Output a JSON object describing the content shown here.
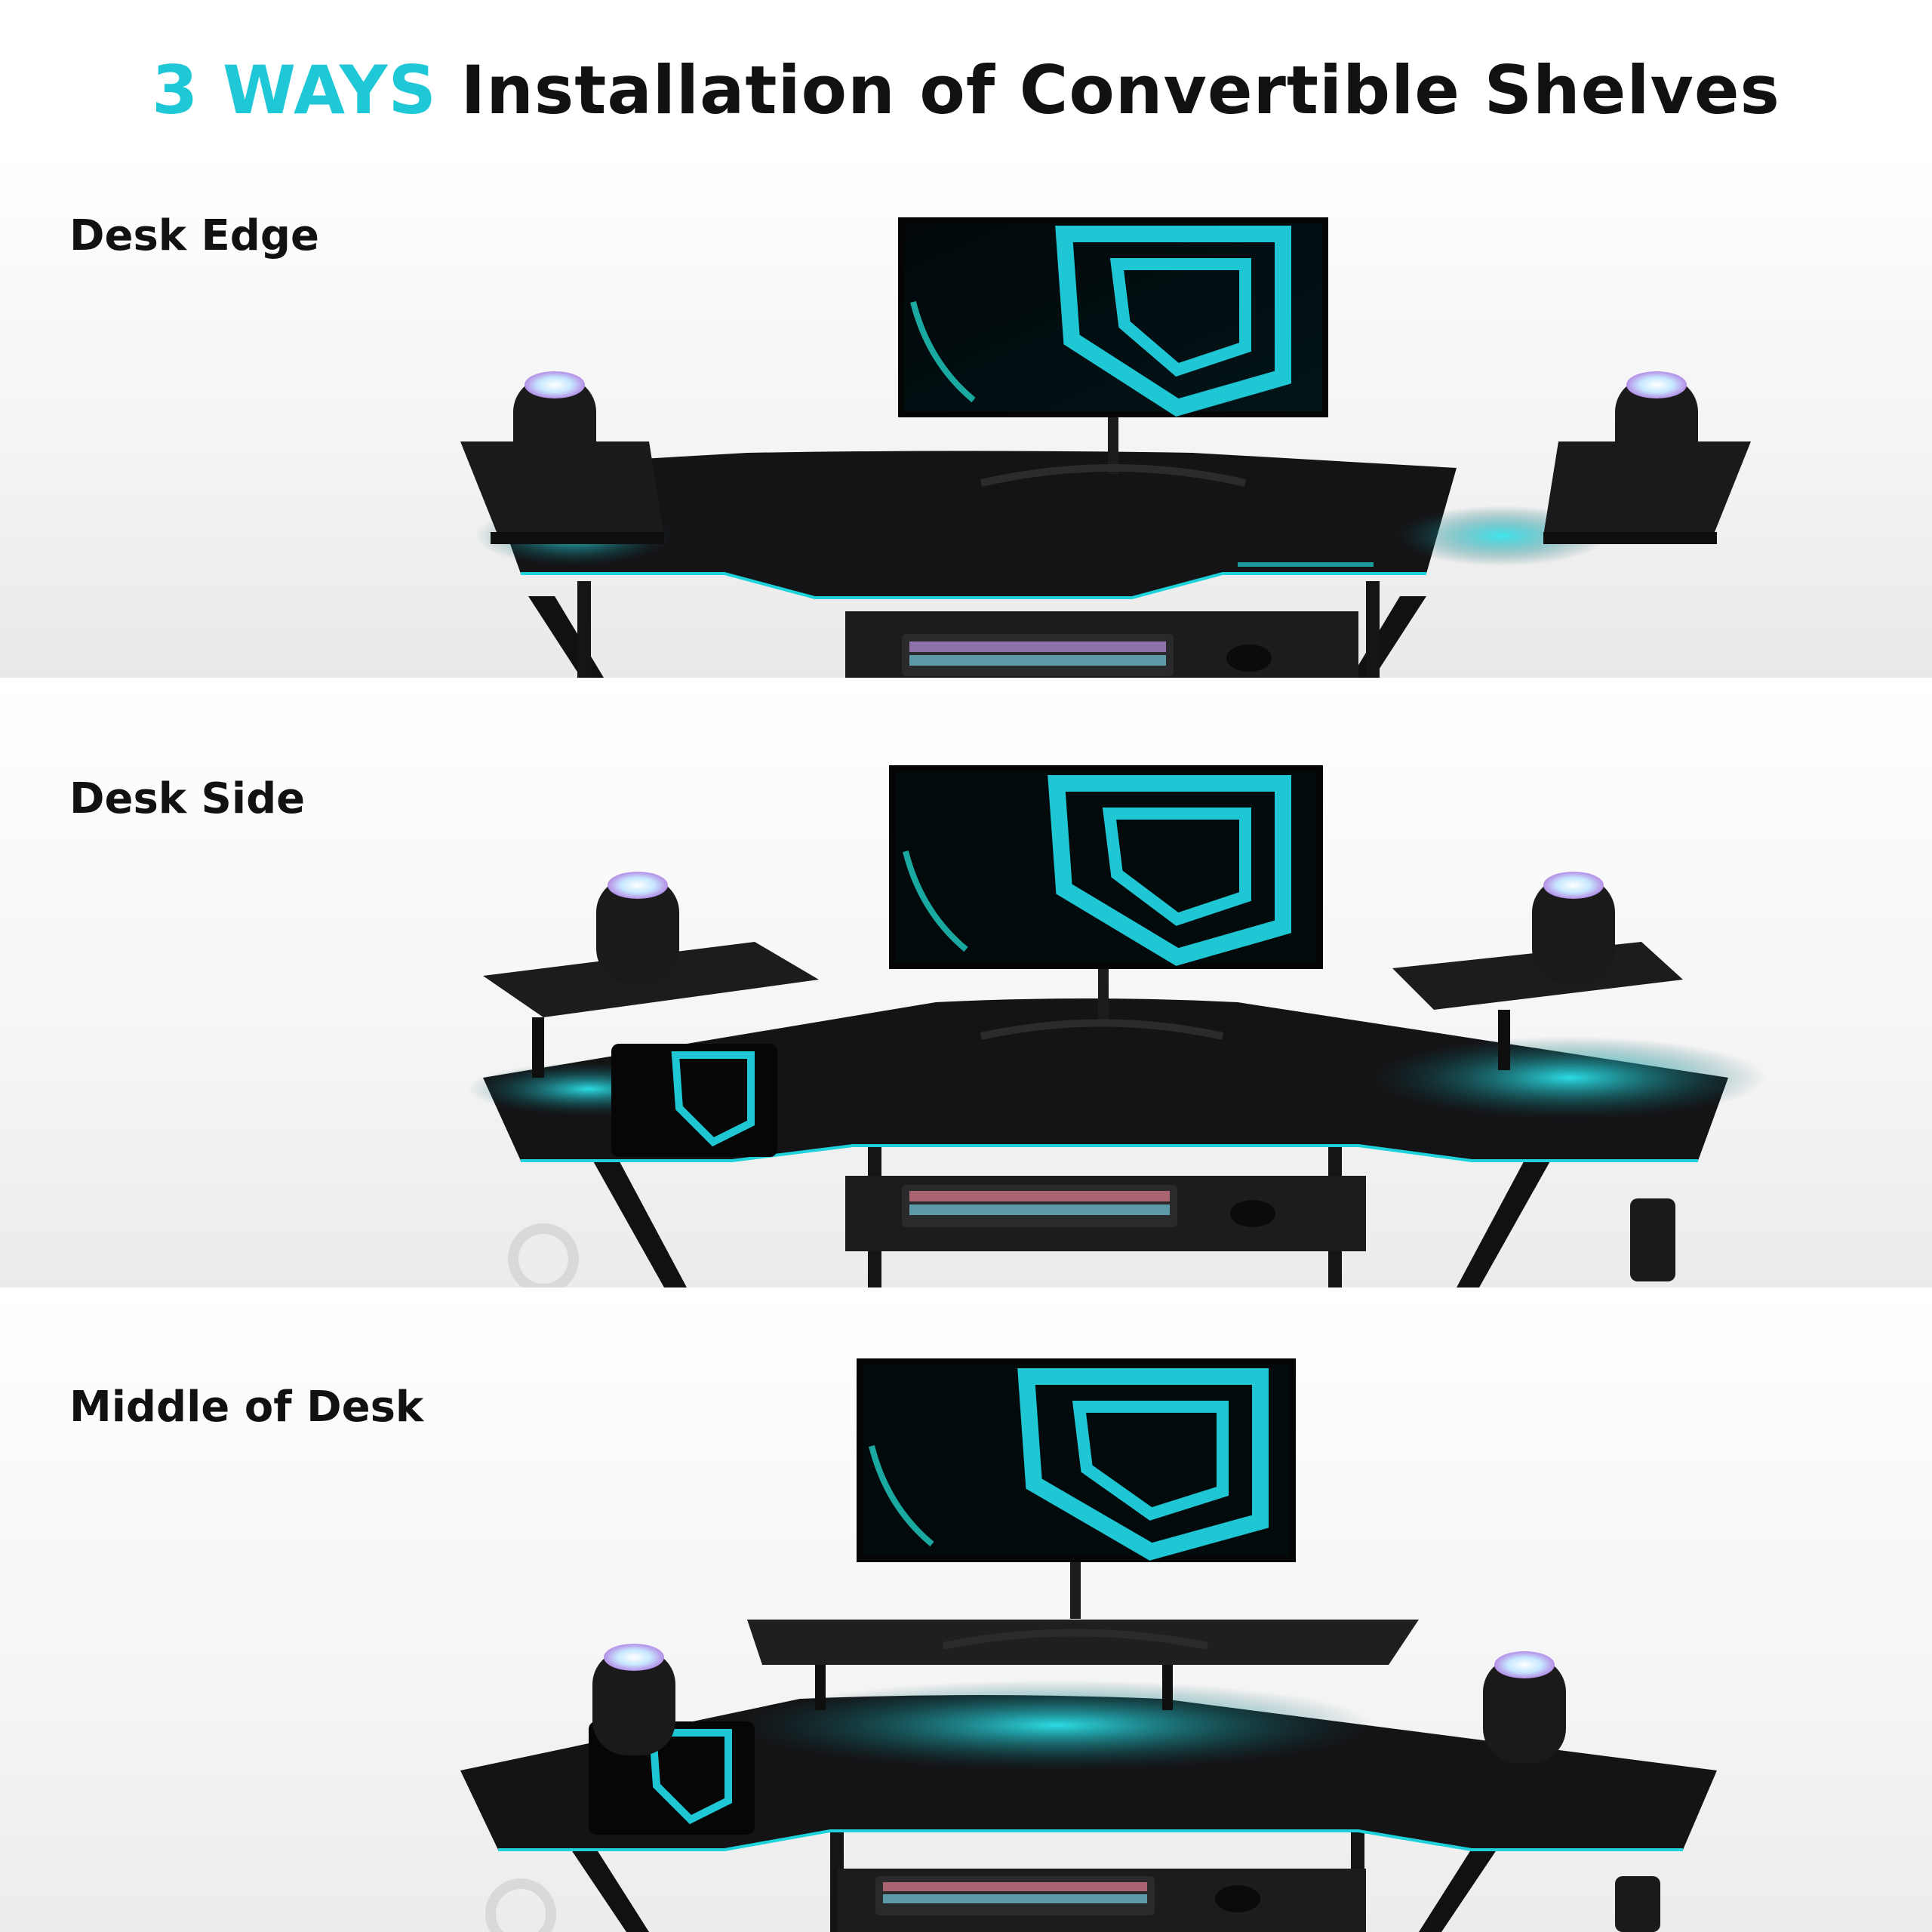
{
  "header": {
    "accent": "3 WAYS",
    "title": " Installation of Convertible Shelves",
    "accent_color": "#1ec8d6"
  },
  "sections": [
    {
      "label": "Desk Edge",
      "scene": "gaming-desk-shelves-at-desk-edge"
    },
    {
      "label": "Desk Side",
      "scene": "gaming-desk-shelves-at-desk-side"
    },
    {
      "label": "Middle of Desk",
      "scene": "gaming-desk-shelf-in-middle-of-desk"
    }
  ],
  "colors": {
    "desk": "#141416",
    "glow": "#19d3dc",
    "monitor_art": "#1fc7d4"
  }
}
